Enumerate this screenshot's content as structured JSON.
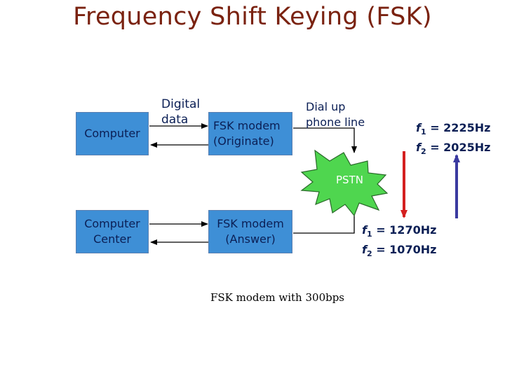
{
  "title": "Frequency Shift Keying (FSK)",
  "boxes": {
    "computer": "Computer",
    "computer_center_line1": "Computer",
    "computer_center_line2": "Center",
    "fsk_originate_line1": "FSK modem",
    "fsk_originate_line2": "(Originate)",
    "fsk_answer_line1": "FSK modem",
    "fsk_answer_line2": "(Answer)"
  },
  "labels": {
    "digital_line1": "Digital",
    "digital_line2": "data",
    "dialup_line1": "Dial up",
    "dialup_line2": "phone line",
    "pstn": "PSTN"
  },
  "frequencies": {
    "upper": [
      {
        "symbol": "f",
        "sub": "1",
        "value": " = 2225Hz"
      },
      {
        "symbol": "f",
        "sub": "2",
        "value": " = 2025Hz"
      }
    ],
    "lower": [
      {
        "symbol": "f",
        "sub": "1",
        "value": " = 1270Hz"
      },
      {
        "symbol": "f",
        "sub": "2",
        "value": " = 1070Hz"
      }
    ]
  },
  "caption": "FSK modem with 300bps",
  "colors": {
    "box_fill": "#3e8fd6",
    "pstn_fill": "#4fd64f",
    "title": "#7a2210",
    "red_arrow": "#d42020",
    "blue_arrow": "#3a3aa0"
  }
}
